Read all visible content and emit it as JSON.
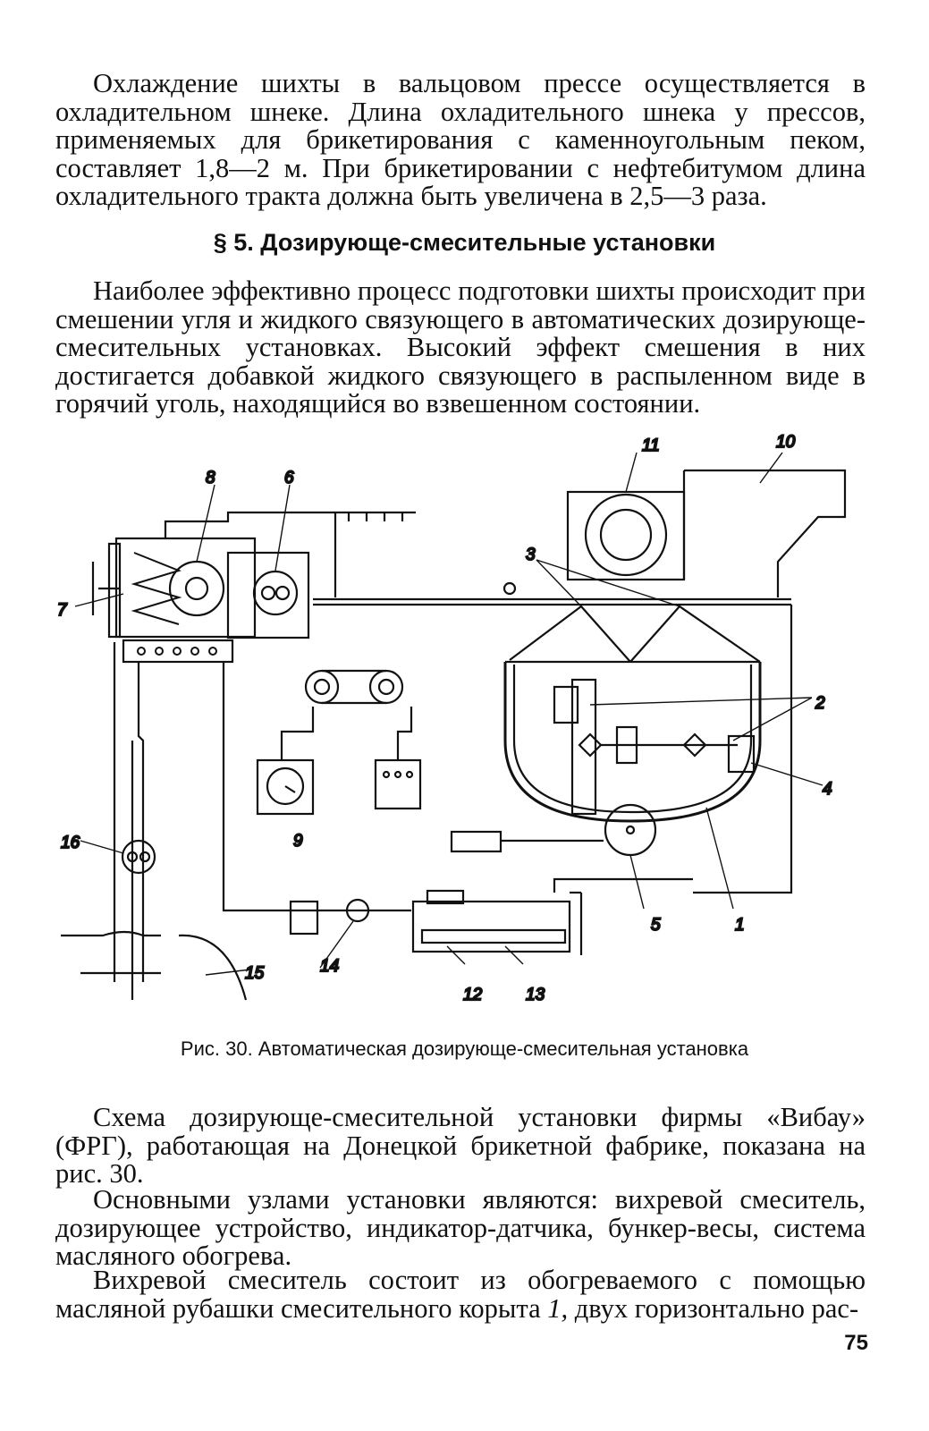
{
  "paragraphs": {
    "p1": "Охлаждение шихты в вальцовом прессе осуществляется в охладительном шнеке. Длина охладительного шнека у прессов, применяемых для брикетирования с каменноугольным пеком, составляет 1,8—2 м. При брикетировании с нефтебитумом длина охладительного тракта должна быть увеличена в 2,5—3 раза.",
    "p2": "Наиболее эффективно процесс подготовки шихты происходит при смешении угля и жидкого связующего в автоматических дозирующе-смесительных установках. Высокий эффект смешения в них достигается добавкой жидкого связующего в распыленном виде в горячий уголь, находящийся во взвешенном состоянии.",
    "p3": "Схема дозирующе-смесительной установки фирмы «Вибау» (ФРГ), работающая на Донецкой брикетной фабрике, показана на рис. 30.",
    "p4": "Основными узлами установки являются: вихревой смеситель, дозирующее устройство, индикатор-датчика, бункер-весы, система масляного обогрева.",
    "p5_start": "Вихревой смеситель состоит из обогреваемого с помощью масляной рубашки смесительного корыта ",
    "p5_num": "1,",
    "p5_end": " двух горизонтально рас-"
  },
  "heading": "§ 5. Дозирующе-смесительные установки",
  "figure": {
    "caption": "Рис. 30. Автоматическая дозирующе-смесительная установка",
    "labels": [
      "1",
      "2",
      "3",
      "4",
      "5",
      "6",
      "7",
      "8",
      "9",
      "10",
      "11",
      "12",
      "13",
      "14",
      "15",
      "16"
    ]
  },
  "page_number": "75"
}
